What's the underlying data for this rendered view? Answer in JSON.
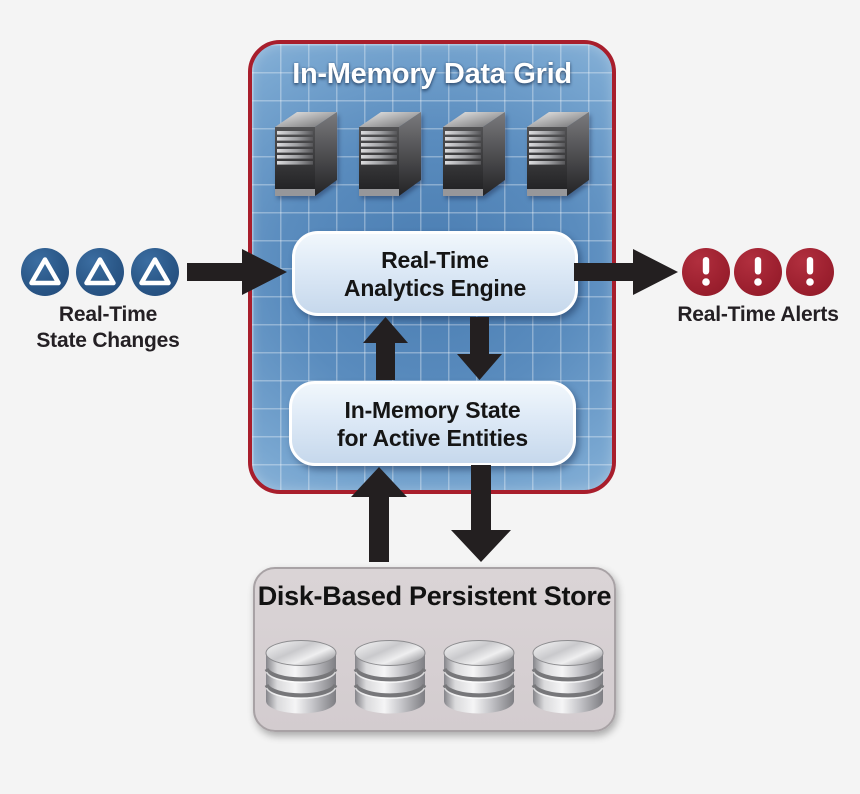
{
  "page": {
    "background": "#f4f4f4"
  },
  "grid_box": {
    "title": "In-Memory Data Grid",
    "border_color": "#a81e2c",
    "server_count": 4
  },
  "analytics_box": {
    "line1": "Real-Time",
    "line2": "Analytics Engine"
  },
  "state_box": {
    "line1": "In-Memory State",
    "line2": "for Active Entities"
  },
  "disk_box": {
    "title": "Disk-Based Persistent Store",
    "database_count": 4
  },
  "left_group": {
    "icon": "delta-triangle",
    "icon_color": "#2a5787",
    "count": 3,
    "line1": "Real-Time",
    "line2": "State Changes"
  },
  "right_group": {
    "icon": "exclamation",
    "icon_color": "#9e2130",
    "count": 3,
    "label": "Real-Time Alerts"
  },
  "arrow_color": "#231f20"
}
